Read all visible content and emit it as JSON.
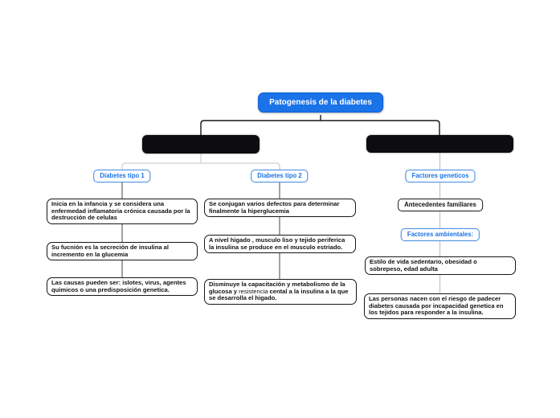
{
  "colors": {
    "root_blue": "#1a73e8",
    "topic_border": "#4a90e2",
    "topic_text": "#1a73e8",
    "bar_black": "#0d0d10",
    "line_dark": "#161616",
    "line_branch_gray": "#6f6f6f",
    "line_branch_light": "#c9c9c9",
    "line_split_light": "#d5d5d5"
  },
  "map": {
    "root": "Patogenesis de la diabetes",
    "redacted_topics": [
      "",
      ""
    ],
    "branch_diabetes1": {
      "topic": "Diabetes tipo 1",
      "notes": [
        "Inicia en la infancia y se considera una enfermedad inflamatoria crónica causada por la destrucción de celulas",
        "Su fucnión es la secreción de insulina al incremento en la glucemia",
        "Las causas pueden ser: islotes, virus, agentes quimicos o una predisposición genetica."
      ]
    },
    "branch_diabetes2": {
      "topic": "Diabetes tipo 2",
      "notes": [
        "Se conjugan varios defectos para determinar finalmente la hiperglucemia",
        "A nivel higado , musculo liso y tejido periferica la insulina se produce en el musculo estriado."
      ],
      "note3_segments": {
        "bold_start": "Disminuye la capacitación y metabolismo de la glucosa y ",
        "regular": "resistencia",
        "bold_end": " cental a la insulina a la que se desarrolla el higado."
      }
    },
    "branch_genetic": {
      "topic": "Factores geneticos",
      "note1": "Antecedentes familiares",
      "subtopic": "Factores ambientales:",
      "note2": "Estilo de vida sedentario, obesidad o sobrepeso, edad adulta",
      "note3": "Las personas nacen con el riesgo de padecer diabetes causada por incapacidad genetica en los tejidos para responder a la insulina."
    }
  }
}
